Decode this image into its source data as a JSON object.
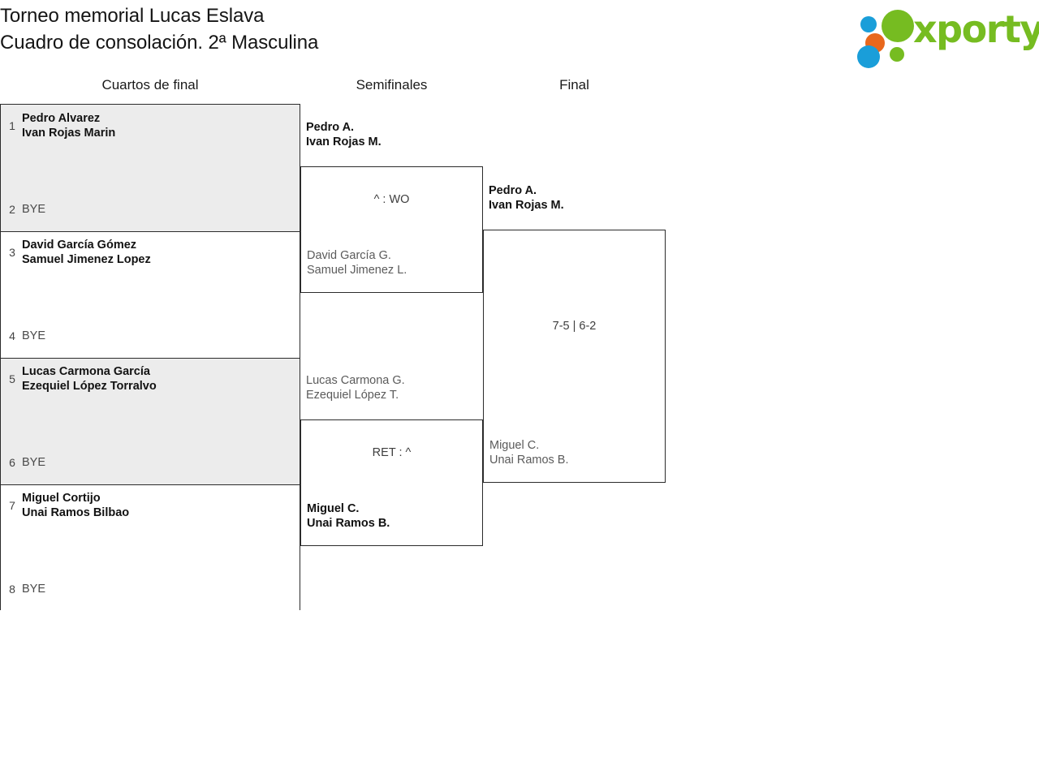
{
  "header": {
    "title_line1": "Torneo memorial Lucas Eslava",
    "title_line2": "Cuadro de consolación. 2ª Masculina",
    "logo_text": "xporty",
    "logo_colors": {
      "green": "#76bc21",
      "green_dark": "#6cb11d",
      "blue": "#1a9ed9",
      "orange": "#e8671c"
    }
  },
  "rounds": [
    {
      "id": "quarterfinals",
      "label": "Cuartos de final"
    },
    {
      "id": "semifinals",
      "label": "Semifinales"
    },
    {
      "id": "final",
      "label": "Final"
    }
  ],
  "quarterfinals": [
    {
      "top": {
        "seed": "1",
        "line1": "Pedro Alvarez",
        "line2": "Ivan Rojas Marin",
        "result": "win"
      },
      "bottom": {
        "seed": "2",
        "line1": "BYE",
        "line2": "",
        "result": "bye"
      },
      "shaded": true
    },
    {
      "top": {
        "seed": "3",
        "line1": "David García Gómez",
        "line2": "Samuel Jimenez Lopez",
        "result": "win"
      },
      "bottom": {
        "seed": "4",
        "line1": "BYE",
        "line2": "",
        "result": "bye"
      },
      "shaded": false
    },
    {
      "top": {
        "seed": "5",
        "line1": "Lucas Carmona García",
        "line2": "Ezequiel López Torralvo",
        "result": "win"
      },
      "bottom": {
        "seed": "6",
        "line1": "BYE",
        "line2": "",
        "result": "bye"
      },
      "shaded": true
    },
    {
      "top": {
        "seed": "7",
        "line1": "Miguel Cortijo",
        "line2": "Unai Ramos Bilbao",
        "result": "win"
      },
      "bottom": {
        "seed": "8",
        "line1": "BYE",
        "line2": "",
        "result": "bye"
      },
      "shaded": false
    }
  ],
  "semifinals": [
    {
      "score": "^ : WO",
      "top": {
        "line1": "Pedro A.",
        "line2": "Ivan Rojas M.",
        "result": "win"
      },
      "bottom": {
        "line1": "David García G.",
        "line2": "Samuel Jimenez L.",
        "result": "lose"
      }
    },
    {
      "score": "RET : ^",
      "top": {
        "line1": "Lucas Carmona G.",
        "line2": "Ezequiel López T.",
        "result": "lose"
      },
      "bottom": {
        "line1": "Miguel C.",
        "line2": "Unai Ramos B.",
        "result": "win"
      }
    }
  ],
  "final": {
    "score": "7-5 | 6-2",
    "top": {
      "line1": "Pedro A.",
      "line2": "Ivan Rojas M.",
      "result": "win"
    },
    "bottom": {
      "line1": "Miguel C.",
      "line2": "Unai Ramos B.",
      "result": "lose"
    }
  }
}
